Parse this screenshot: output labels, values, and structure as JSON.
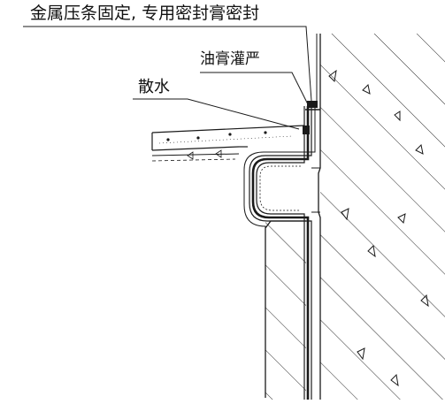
{
  "labels": {
    "metal_strip": "金属压条固定, 专用密封膏密封",
    "grout": "油膏灌严",
    "apron": "散水"
  },
  "colors": {
    "line": "#1a1a1a",
    "hatch": "#2a2a2a",
    "background": "#ffffff"
  }
}
